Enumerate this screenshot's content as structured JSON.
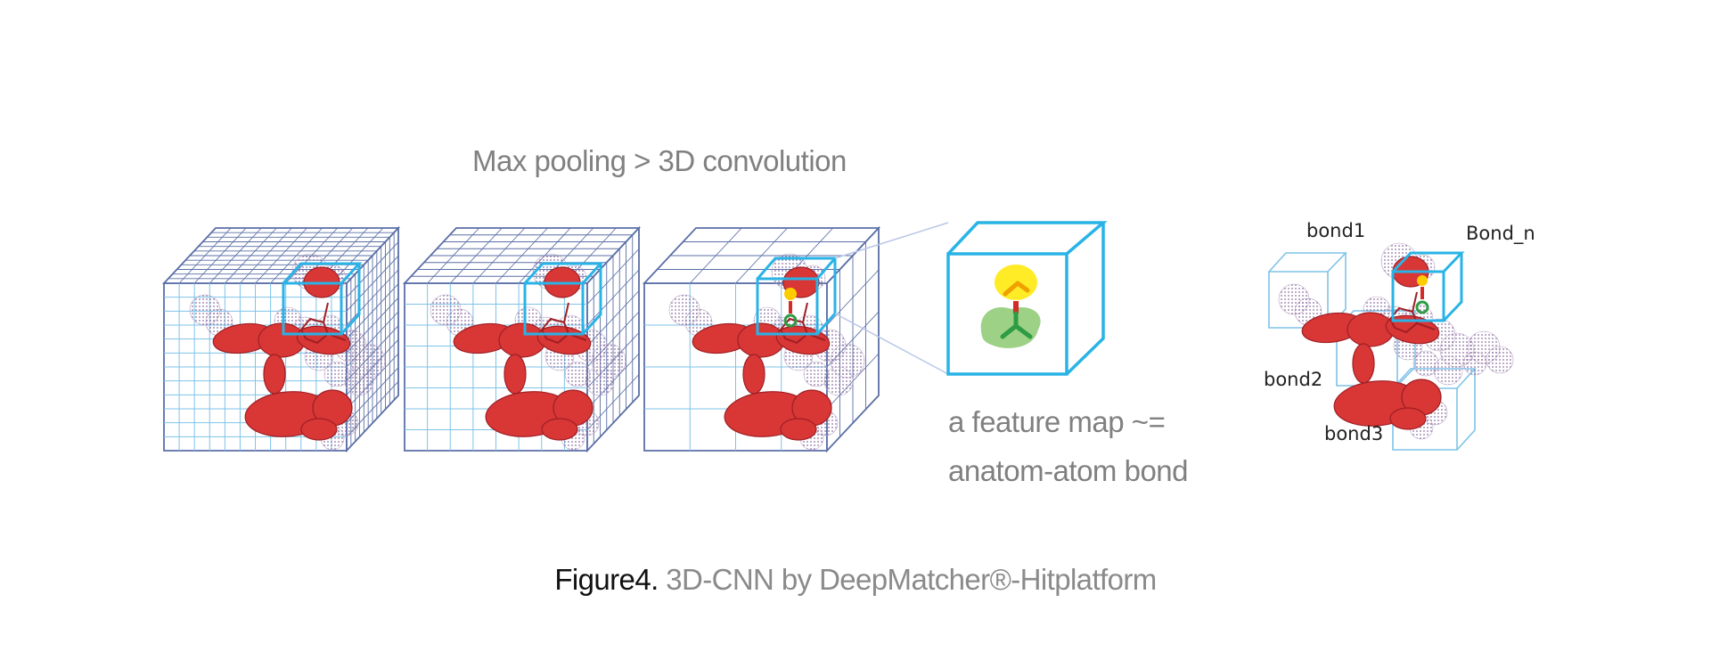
{
  "labels": {
    "top": "Max pooling > 3D convolution",
    "feature_map_line1": "a feature map  ~=",
    "feature_map_line2": "anatom-atom bond"
  },
  "bonds": {
    "bond1": "bond1",
    "bond_n": "Bond_n",
    "bond2": "bond2",
    "bond3": "bond3"
  },
  "caption": {
    "prefix": "Figure4.",
    "text": " 3D-CNN by DeepMatcher®-Hitplatform"
  },
  "colors": {
    "grid_dark": "#5a6fa6",
    "grid_light": "#7ec3e8",
    "highlight_box": "#29b3e6",
    "molecule": "#d93636",
    "molecule_dark": "#9e1f24",
    "dots": "#8c6fa0",
    "yellow_blob": "#ffe800",
    "green_blob": "#8cc970",
    "bond_green": "#2e9c44",
    "bond_red": "#d42a2a"
  },
  "grid_divisions": [
    12,
    8,
    4
  ]
}
